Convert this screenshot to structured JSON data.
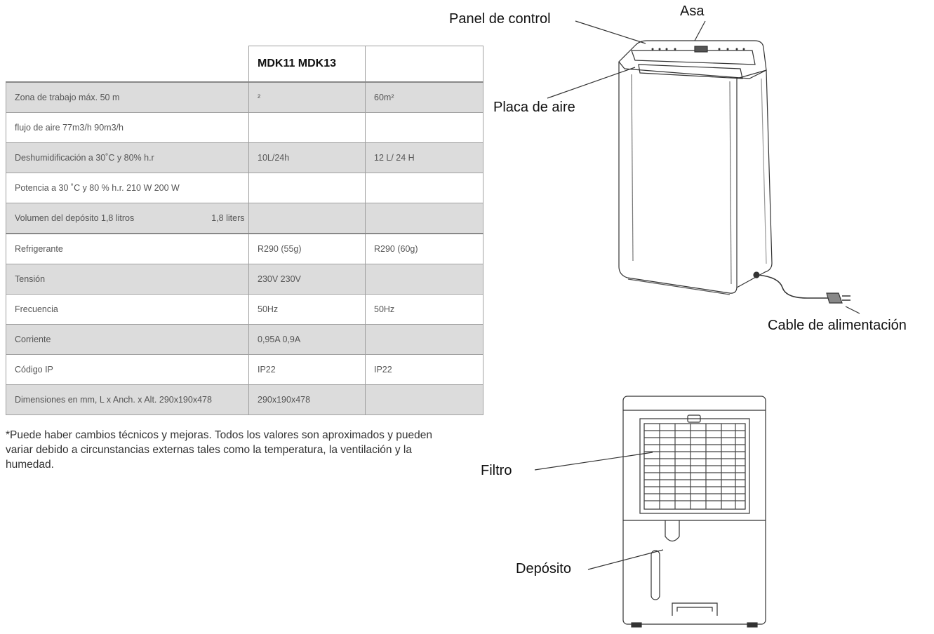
{
  "table": {
    "header": {
      "col1": "MDK11 MDK13",
      "col2": ""
    },
    "rows": [
      {
        "c0": "Zona de trabajo máx. 50 m",
        "c1": "²",
        "c2": "60m²",
        "shade": true
      },
      {
        "c0": "flujo de aire 77m3/h 90m3/h",
        "c1": "",
        "c2": "",
        "shade": false
      },
      {
        "c0": "Deshumidificación a 30˚C y 80% h.r",
        "c1": "10L/24h",
        "c2": "12 L/ 24 H",
        "shade": true
      },
      {
        "c0": "Potencia a 30 ˚C y 80 % h.r. 210 W 200 W",
        "c1": "",
        "c2": "",
        "shade": false
      },
      {
        "c0": "Volumen del depósito 1,8 litros",
        "c0_extra": "1,8 liters",
        "c1": "",
        "c2": "",
        "shade": true
      },
      {
        "c0": "Refrigerante",
        "c1": "R290 (55g)",
        "c2": "R290 (60g)",
        "shade": false
      },
      {
        "c0": "Tensión",
        "c1": "230V 230V",
        "c2": "",
        "shade": true
      },
      {
        "c0": "Frecuencia",
        "c1": "50Hz",
        "c2": "50Hz",
        "shade": false
      },
      {
        "c0": "Corriente",
        "c1": "0,95A 0,9A",
        "c2": "",
        "shade": true
      },
      {
        "c0": "Código IP",
        "c1": "IP22",
        "c2": "IP22",
        "shade": false
      },
      {
        "c0": "Dimensiones en mm, L x Anch. x Alt. 290x190x478",
        "c1": "290x190x478",
        "c2": "",
        "shade": true
      }
    ]
  },
  "footnote": "*Puede haber cambios técnicos y mejoras. Todos los valores son aproximados y pueden variar debido a circunstancias externas tales como la temperatura, la ventilación y la humedad.",
  "labels": {
    "panel_control": "Panel de control",
    "asa": "Asa",
    "placa_aire": "Placa de aire",
    "cable": "Cable de alimentación",
    "filtro": "Filtro",
    "deposito": "Depósito"
  }
}
